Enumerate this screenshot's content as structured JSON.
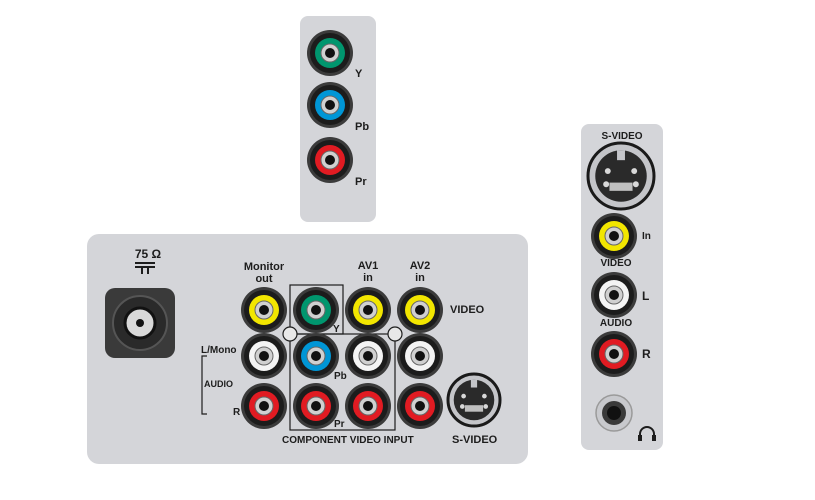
{
  "component_panel": {
    "labels": {
      "y": "Y",
      "pb": "Pb",
      "pr": "Pr"
    }
  },
  "main_panel": {
    "antenna_label": "75 Ω",
    "monitor_out_label": "Monitor\nout",
    "av1_label": "AV1\nin",
    "av2_label": "AV2\nin",
    "video_label": "VIDEO",
    "l_mono_label": "L/Mono",
    "audio_label": "AUDIO",
    "r_label": "R",
    "y_label": "Y",
    "pb_label": "Pb",
    "pr_label": "Pr",
    "component_video_input_label": "COMPONENT VIDEO INPUT",
    "svideo_label": "S-VIDEO"
  },
  "side_panel": {
    "svideo_label": "S-VIDEO",
    "in_label": "In",
    "video_label": "VIDEO",
    "l_label": "L",
    "audio_label": "AUDIO",
    "r_label": "R"
  },
  "colors": {
    "panel": "#d4d5d9",
    "yellow": "#f2e600",
    "white": "#f4f4f4",
    "red": "#e11b22",
    "green": "#00966e",
    "blue": "#0096d6",
    "black": "#1a1a1a"
  }
}
